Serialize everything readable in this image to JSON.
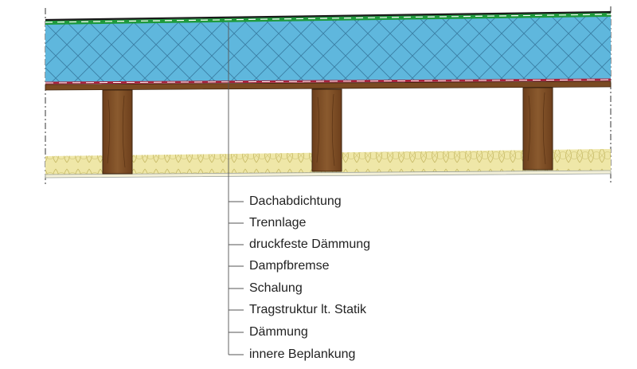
{
  "legend": {
    "items": [
      {
        "key": "dachabdichtung",
        "label": "Dachabdichtung"
      },
      {
        "key": "trennlage",
        "label": "Trennlage"
      },
      {
        "key": "druckfeste-daemmung",
        "label": "druckfeste Dämmung"
      },
      {
        "key": "dampfbremse",
        "label": "Dampfbremse"
      },
      {
        "key": "schalung",
        "label": "Schalung"
      },
      {
        "key": "tragstruktur",
        "label": "Tragstruktur lt. Statik"
      },
      {
        "key": "daemmung",
        "label": "Dämmung"
      },
      {
        "key": "innere-beplankung",
        "label": "innere Beplankung"
      }
    ]
  },
  "colors": {
    "insulation_rigid": "#5fb7dd",
    "membrane": "#1f9a3c",
    "vapor_barrier": "#a8223d",
    "timber": "#7a4a22",
    "insulation_soft": "#efe7a8"
  }
}
